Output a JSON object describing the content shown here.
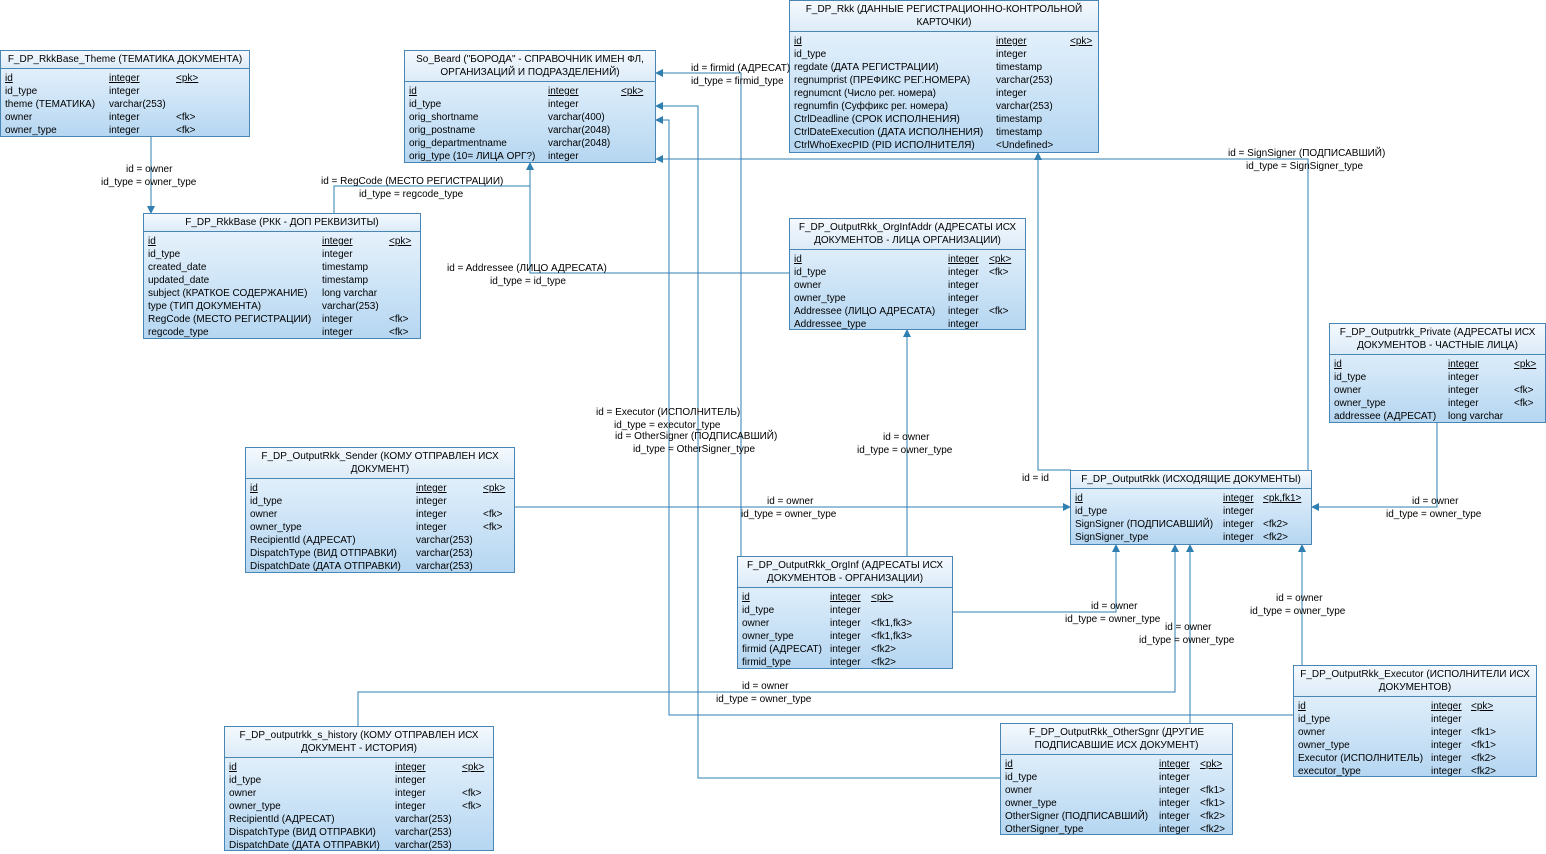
{
  "entities": {
    "rkk": {
      "title": "F_DP_Rkk (ДАННЫЕ РЕГИСТРАЦИОННО-КОНТРОЛЬНОЙ КАРТОЧКИ)",
      "rows": [
        {
          "name": "id",
          "type": "integer",
          "key": "<pk>",
          "pk": true
        },
        {
          "name": "id_type",
          "type": "integer",
          "key": ""
        },
        {
          "name": "regdate (ДАТА РЕГИСТРАЦИИ)",
          "type": "timestamp",
          "key": ""
        },
        {
          "name": "regnumprist (ПРЕФИКС РЕГ.НОМЕРА)",
          "type": "varchar(253)",
          "key": ""
        },
        {
          "name": "regnumcnt (Число рег. номера)",
          "type": "integer",
          "key": ""
        },
        {
          "name": "regnumfin (Суффикс рег. номера)",
          "type": "varchar(253)",
          "key": ""
        },
        {
          "name": "CtrlDeadline (СРОК ИСПОЛНЕНИЯ)",
          "type": "timestamp",
          "key": ""
        },
        {
          "name": "CtrlDateExecution (ДАТА ИСПОЛНЕНИЯ)",
          "type": "timestamp",
          "key": ""
        },
        {
          "name": "CtrlWhoExecPID (PID ИСПОЛНИТЕЛЯ)",
          "type": "<Undefined>",
          "key": ""
        }
      ]
    },
    "theme": {
      "title": "F_DP_RkkBase_Theme (ТЕМАТИКА ДОКУМЕНТА)",
      "rows": [
        {
          "name": "id",
          "type": "integer",
          "key": "<pk>",
          "pk": true
        },
        {
          "name": "id_type",
          "type": "integer",
          "key": ""
        },
        {
          "name": "theme (ТЕМАТИКА)",
          "type": "varchar(253)",
          "key": ""
        },
        {
          "name": "owner",
          "type": "integer",
          "key": "<fk>"
        },
        {
          "name": "owner_type",
          "type": "integer",
          "key": "<fk>"
        }
      ]
    },
    "beard": {
      "title": "So_Beard (\"БОРОДА\" - СПРАВОЧНИК ИМЕН ФЛ, ОРГАНИЗАЦИЙ И ПОДРАЗДЕЛЕНИЙ)",
      "rows": [
        {
          "name": "id",
          "type": "integer",
          "key": "<pk>",
          "pk": true
        },
        {
          "name": "id_type",
          "type": "integer",
          "key": ""
        },
        {
          "name": "orig_shortname",
          "type": "varchar(400)",
          "key": ""
        },
        {
          "name": "orig_postname",
          "type": "varchar(2048)",
          "key": ""
        },
        {
          "name": "orig_departmentname",
          "type": "varchar(2048)",
          "key": ""
        },
        {
          "name": "orig_type (10= ЛИЦА ОРГ?)",
          "type": "integer",
          "key": ""
        }
      ]
    },
    "rkkbase": {
      "title": "F_DP_RkkBase (РКК - ДОП РЕКВИЗИТЫ)",
      "rows": [
        {
          "name": "id",
          "type": "integer",
          "key": "<pk>",
          "pk": true
        },
        {
          "name": "id_type",
          "type": "integer",
          "key": ""
        },
        {
          "name": "created_date",
          "type": "timestamp",
          "key": ""
        },
        {
          "name": "updated_date",
          "type": "timestamp",
          "key": ""
        },
        {
          "name": "subject (КРАТКОЕ СОДЕРЖАНИЕ)",
          "type": "long varchar",
          "key": ""
        },
        {
          "name": "type (ТИП ДОКУМЕНТА)",
          "type": "varchar(253)",
          "key": ""
        },
        {
          "name": "RegCode (МЕСТО РЕГИСТРАЦИИ)",
          "type": "integer",
          "key": "<fk>"
        },
        {
          "name": "regcode_type",
          "type": "integer",
          "key": "<fk>"
        }
      ]
    },
    "orginfaddr": {
      "title": "F_DP_OutputRkk_OrgInfAddr (АДРЕСАТЫ ИСХ ДОКУМЕНТОВ - ЛИЦА ОРГАНИЗАЦИИ)",
      "rows": [
        {
          "name": "id",
          "type": "integer",
          "key": "<pk>",
          "pk": true
        },
        {
          "name": "id_type",
          "type": "integer",
          "key": "<fk>"
        },
        {
          "name": "owner",
          "type": "integer",
          "key": ""
        },
        {
          "name": "owner_type",
          "type": "integer",
          "key": ""
        },
        {
          "name": "Addressee (ЛИЦО АДРЕСАТА)",
          "type": "integer",
          "key": "<fk>"
        },
        {
          "name": "Addressee_type",
          "type": "integer",
          "key": ""
        }
      ]
    },
    "private": {
      "title": "F_DP_Outputrkk_Private (АДРЕСАТЫ ИСХ ДОКУМЕНТОВ - ЧАСТНЫЕ ЛИЦА)",
      "rows": [
        {
          "name": "id",
          "type": "integer",
          "key": "<pk>",
          "pk": true
        },
        {
          "name": "id_type",
          "type": "integer",
          "key": ""
        },
        {
          "name": "owner",
          "type": "integer",
          "key": "<fk>"
        },
        {
          "name": "owner_type",
          "type": "integer",
          "key": "<fk>"
        },
        {
          "name": "addressee (АДРЕСАТ)",
          "type": "long varchar",
          "key": ""
        }
      ]
    },
    "sender": {
      "title": "F_DP_OutputRkk_Sender (КОМУ ОТПРАВЛЕН ИСХ ДОКУМЕНТ)",
      "rows": [
        {
          "name": "id",
          "type": "integer",
          "key": "<pk>",
          "pk": true
        },
        {
          "name": "id_type",
          "type": "integer",
          "key": ""
        },
        {
          "name": "owner",
          "type": "integer",
          "key": "<fk>"
        },
        {
          "name": "owner_type",
          "type": "integer",
          "key": "<fk>"
        },
        {
          "name": "RecipientId (АДРЕСАТ)",
          "type": "varchar(253)",
          "key": ""
        },
        {
          "name": "DispatchType (ВИД ОТПРАВКИ)",
          "type": "varchar(253)",
          "key": ""
        },
        {
          "name": "DispatchDate (ДАТА ОТПРАВКИ)",
          "type": "varchar(253)",
          "key": ""
        }
      ]
    },
    "outputrkk": {
      "title": "F_DP_OutputRkk (ИСХОДЯЩИЕ ДОКУМЕНТЫ)",
      "rows": [
        {
          "name": "id",
          "type": "integer",
          "key": "<pk,fk1>",
          "pk": true
        },
        {
          "name": "id_type",
          "type": "integer",
          "key": ""
        },
        {
          "name": "SignSigner (ПОДПИСАВШИЙ)",
          "type": "integer",
          "key": "<fk2>"
        },
        {
          "name": "SignSigner_type",
          "type": "integer",
          "key": "<fk2>"
        }
      ]
    },
    "orginf": {
      "title": "F_DP_OutputRkk_OrgInf (АДРЕСАТЫ ИСХ ДОКУМЕНТОВ - ОРГАНИЗАЦИИ)",
      "rows": [
        {
          "name": "id",
          "type": "integer",
          "key": "<pk>",
          "pk": true
        },
        {
          "name": "id_type",
          "type": "integer",
          "key": ""
        },
        {
          "name": "owner",
          "type": "integer",
          "key": "<fk1,fk3>"
        },
        {
          "name": "owner_type",
          "type": "integer",
          "key": "<fk1,fk3>"
        },
        {
          "name": "firmid (АДРЕСАТ)",
          "type": "integer",
          "key": "<fk2>"
        },
        {
          "name": "firmid_type",
          "type": "integer",
          "key": "<fk2>"
        }
      ]
    },
    "executor": {
      "title": "F_DP_OutputRkk_Executor (ИСПОЛНИТЕЛИ ИСХ ДОКУМЕНТОВ)",
      "rows": [
        {
          "name": "id",
          "type": "integer",
          "key": "<pk>",
          "pk": true
        },
        {
          "name": "id_type",
          "type": "integer",
          "key": ""
        },
        {
          "name": "owner",
          "type": "integer",
          "key": "<fk1>"
        },
        {
          "name": "owner_type",
          "type": "integer",
          "key": "<fk1>"
        },
        {
          "name": "Executor (ИСПОЛНИТЕЛЬ)",
          "type": "integer",
          "key": "<fk2>"
        },
        {
          "name": "executor_type",
          "type": "integer",
          "key": "<fk2>"
        }
      ]
    },
    "history": {
      "title": "F_DP_outputrkk_s_history (КОМУ ОТПРАВЛЕН ИСХ ДОКУМЕНТ - ИСТОРИЯ)",
      "rows": [
        {
          "name": "id",
          "type": "integer",
          "key": "<pk>",
          "pk": true
        },
        {
          "name": "id_type",
          "type": "integer",
          "key": ""
        },
        {
          "name": "owner",
          "type": "integer",
          "key": "<fk>"
        },
        {
          "name": "owner_type",
          "type": "integer",
          "key": "<fk>"
        },
        {
          "name": "RecipientId (АДРЕСАТ)",
          "type": "varchar(253)",
          "key": ""
        },
        {
          "name": "DispatchType (ВИД ОТПРАВКИ)",
          "type": "varchar(253)",
          "key": ""
        },
        {
          "name": "DispatchDate (ДАТА ОТПРАВКИ)",
          "type": "varchar(253)",
          "key": ""
        }
      ]
    },
    "othersgnr": {
      "title": "F_DP_OutputRkk_OtherSgnr (ДРУГИЕ ПОДПИСАВШИЕ ИСХ ДОКУМЕНТ)",
      "rows": [
        {
          "name": "id",
          "type": "integer",
          "key": "<pk>",
          "pk": true
        },
        {
          "name": "id_type",
          "type": "integer",
          "key": ""
        },
        {
          "name": "owner",
          "type": "integer",
          "key": "<fk1>"
        },
        {
          "name": "owner_type",
          "type": "integer",
          "key": "<fk1>"
        },
        {
          "name": "OtherSigner (ПОДПИСАВШИЙ)",
          "type": "integer",
          "key": "<fk2>"
        },
        {
          "name": "OtherSigner_type",
          "type": "integer",
          "key": "<fk2>"
        }
      ]
    }
  },
  "relations": {
    "firmid": "id = firmid (АДРЕСАТ)",
    "firmid_type": "id_type = firmid_type",
    "theme_owner": "id = owner",
    "theme_owner_type": "id_type = owner_type",
    "regcode": "id = RegCode (МЕСТО РЕГИСТРАЦИИ)",
    "regcode_type": "id_type = regcode_type",
    "signsigner": "id = SignSigner (ПОДПИСАВШИЙ)",
    "signsigner_type": "id_type = SignSigner_type",
    "addressee": "id = Addressee (ЛИЦО АДРЕСАТА)",
    "addressee_type": "id_type = id_type",
    "executor": "id = Executor (ИСПОЛНИТЕЛЬ)",
    "executor_type": "id_type = executor_type",
    "othersigner": "id = OtherSigner (ПОДПИСАВШИЙ)",
    "othersigner_type": "id_type = OtherSigner_type",
    "orginfaddr_owner": "id = owner",
    "orginfaddr_owner_type": "id_type = owner_type",
    "id_id": "id = id",
    "sender_owner": "id = owner",
    "sender_owner_type": "id_type = owner_type",
    "private_owner": "id = owner",
    "private_owner_type": "id_type = owner_type",
    "orginf_owner": "id = owner",
    "orginf_owner_type": "id_type = owner_type",
    "othersgnr_owner": "id = owner",
    "othersgnr_owner_type": "id_type = owner_type",
    "executor_owner": "id = owner",
    "executor_owner_type": "id_type = owner_type",
    "history_owner": "id = owner",
    "history_owner_type": "id_type = owner_type"
  },
  "colors": {
    "line": "#2f7fb0",
    "border": "#4a86b4"
  }
}
